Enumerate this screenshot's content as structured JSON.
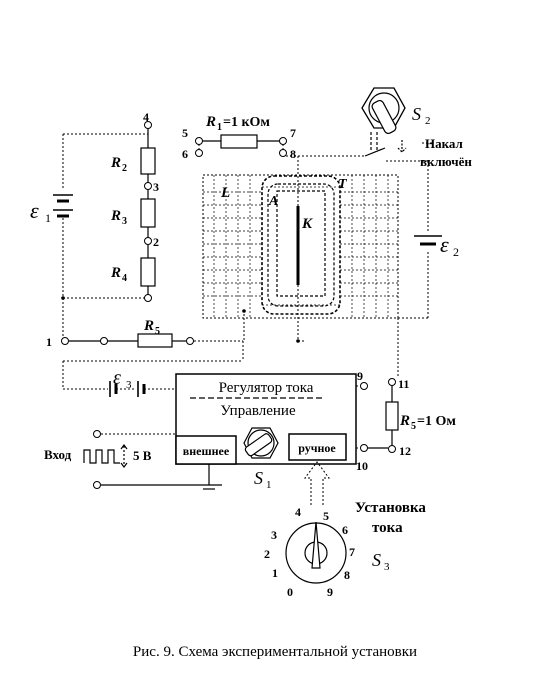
{
  "labels": {
    "e1": "ε",
    "e1_sub": "1",
    "e2": "ε",
    "e2_sub": "2",
    "e3": "ε",
    "e3_sub": "3",
    "r1": "R",
    "r1_sub": "1",
    "r1_val": "=1 кОм",
    "r2": "R",
    "r2_sub": "2",
    "r3": "R",
    "r3_sub": "3",
    "r4": "R",
    "r4_sub": "4",
    "r5_top": "R",
    "r5_top_sub": "5",
    "r5": "R",
    "r5_sub": "5",
    "r5_val": "=1 Ом",
    "s1": "S",
    "s1_sub": "1",
    "s2": "S",
    "s2_sub": "2",
    "s3": "S",
    "s3_sub": "3",
    "L": "L",
    "A": "A",
    "K": "K",
    "T": "T"
  },
  "terminals": {
    "t1": "1",
    "t2": "2",
    "t3": "3",
    "t4": "4",
    "t5": "5",
    "t6": "6",
    "t7": "7",
    "t8": "8",
    "t9": "9",
    "t10": "10",
    "t11": "11",
    "t12": "12"
  },
  "controller": {
    "title": "Регулятор тока",
    "subtitle": "Управление",
    "external": "внешнее",
    "manual": "ручное"
  },
  "heater": {
    "line1": "Накал",
    "line2": "включён"
  },
  "input": {
    "label": "Вход",
    "amplitude": "5 В"
  },
  "current_setting": {
    "line1": "Установка",
    "line2": "тока"
  },
  "dial_ticks": [
    "0",
    "1",
    "2",
    "3",
    "4",
    "5",
    "6",
    "7",
    "8",
    "9"
  ],
  "caption": "Рис. 9. Схема экспериментальной установки"
}
